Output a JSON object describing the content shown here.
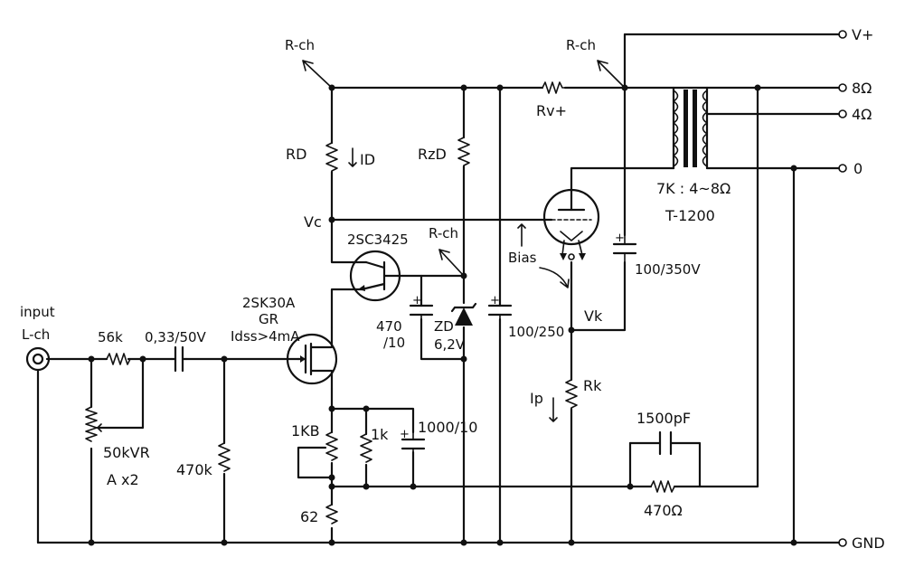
{
  "labels": {
    "input": "input",
    "lch": "L-ch",
    "r56k": "56k",
    "c033": "0,33/50V",
    "vr": "50kVR",
    "ax2": "A x2",
    "r470k": "470k",
    "q1_name": "2SK30A",
    "q1_gr": "GR",
    "q1_idss": "Idss>4mA",
    "q2_name": "2SC3425",
    "rch1": "R-ch",
    "rch2": "R-ch",
    "rch3": "R-ch",
    "rd": "RD",
    "id": "ID",
    "vc": "Vc",
    "rzd": "RzD",
    "c470": "470",
    "c470b": "/10",
    "zd": "ZD",
    "zdv": "6,2V",
    "c100_250": "100/250",
    "rvplus": "Rv+",
    "bias": "Bias",
    "c100_350": "100/350V",
    "vk": "Vk",
    "rk": "Rk",
    "ip": "Ip",
    "xfmr_ratio": "7K : 4~8Ω",
    "xfmr_model": "T-1200",
    "c1500": "1500pF",
    "r470ohm": "470Ω",
    "r1kb": "1KB",
    "r1k": "1k",
    "c1000": "1000/10",
    "r62": "62",
    "vplus": "V+",
    "out8": "8Ω",
    "out4": "4Ω",
    "out0": "0",
    "gnd": "GND"
  }
}
